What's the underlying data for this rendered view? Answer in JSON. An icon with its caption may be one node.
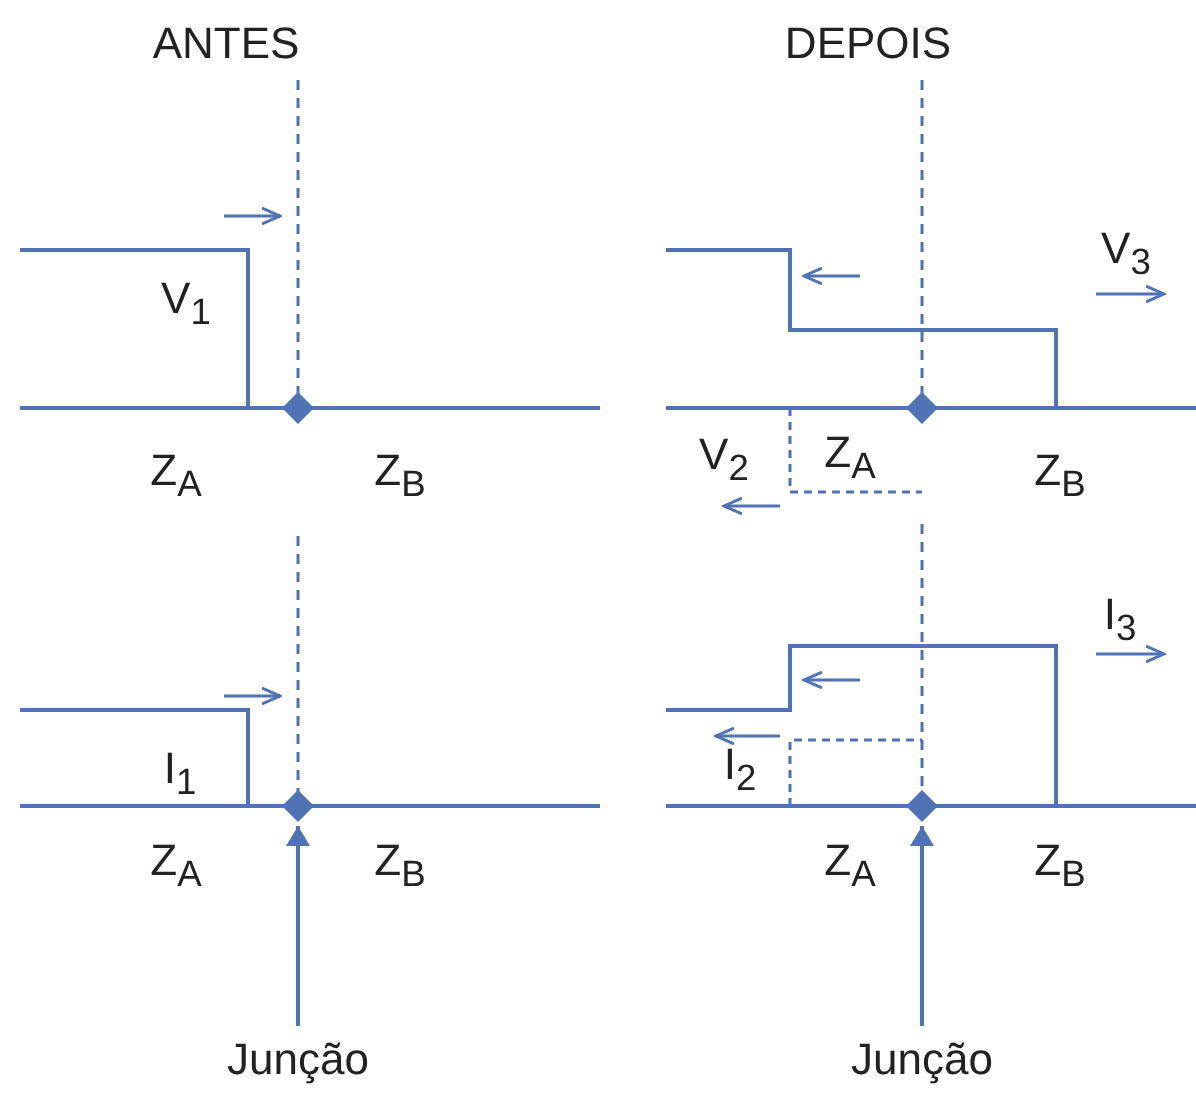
{
  "diagram": {
    "nodes": [
      {
        "text": [],
        "shape": "diamond"
      },
      {
        "text": [],
        "shape": "diamond"
      },
      {
        "text": [],
        "shape": "diamond"
      },
      {
        "text": [],
        "shape": "diamond"
      },
      {
        "text": [
          "Junção"
        ]
      },
      {
        "text": [
          "Junção"
        ]
      }
    ],
    "edges": [
      {
        "from": 4,
        "to": 2,
        "arrow": "to"
      },
      {
        "from": 5,
        "to": 3,
        "arrow": "to"
      }
    ],
    "labels": [
      "ANTES",
      "DEPOIS",
      "V$_{1}$",
      "V$_{3}$",
      "Z$_{A}$",
      "Z$_{B}$",
      "V$_{2}$",
      "Z$_{A}$",
      "Z$_{B}$",
      "I$_{3}$",
      "I$_{1}$",
      "I$_{2}$",
      "Z$_{A}$",
      "Z$_{B}$",
      "Z$_{A}$",
      "Z$_{B}$"
    ]
  }
}
